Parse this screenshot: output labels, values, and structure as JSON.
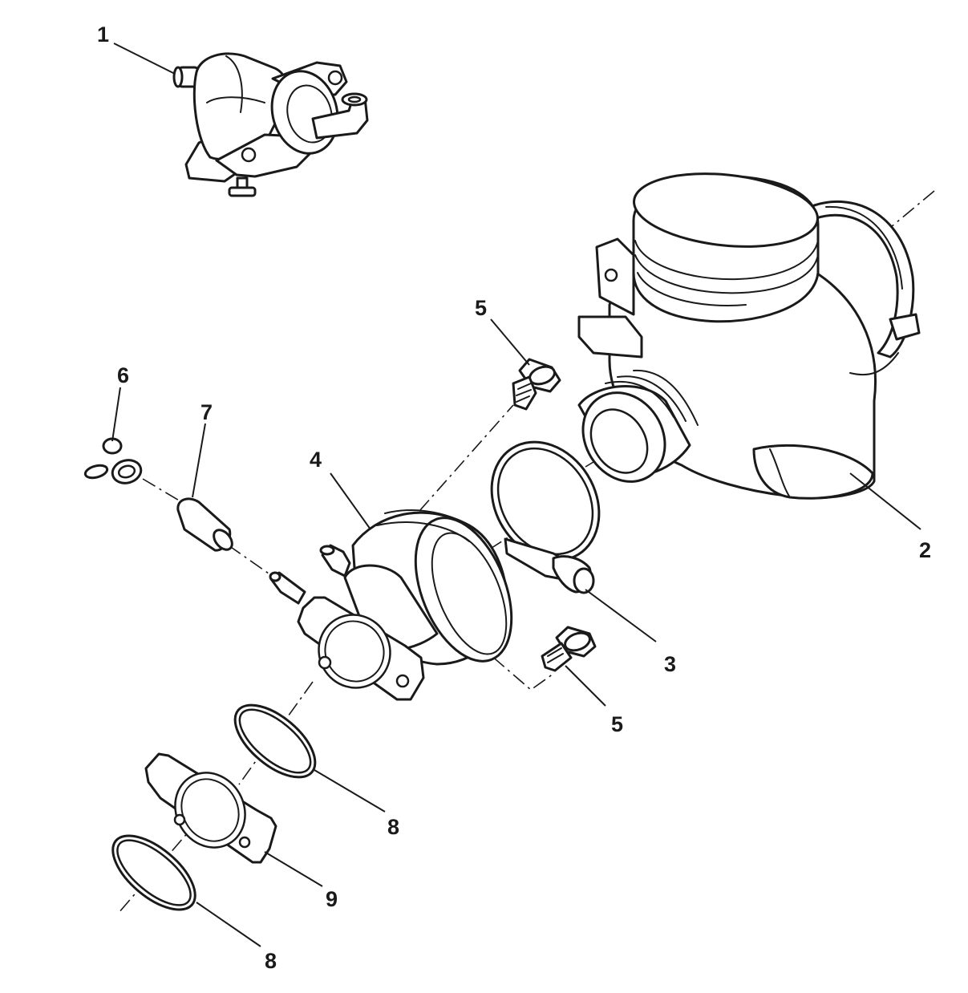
{
  "callouts": {
    "c1": "1",
    "c2": "2",
    "c3": "3",
    "c4": "4",
    "c5a": "5",
    "c5b": "5",
    "c6": "6",
    "c7": "7",
    "c8a": "8",
    "c8b": "8",
    "c9": "9"
  },
  "colors": {
    "line": "#1a1a1a",
    "background": "#ffffff"
  }
}
